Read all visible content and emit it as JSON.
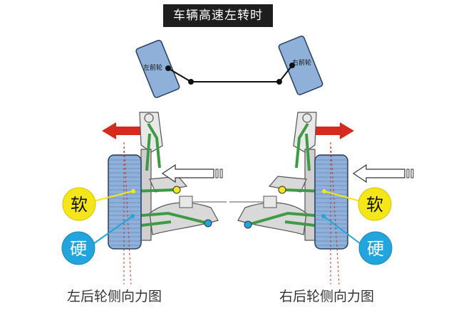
{
  "title": "车辆高速左转时",
  "front_axle": {
    "left_wheel_label": "左前轮",
    "right_wheel_label": "右前轮"
  },
  "left_panel": {
    "soft_label": "软",
    "hard_label": "硬",
    "caption": "左后轮侧向力图"
  },
  "right_panel": {
    "soft_label": "软",
    "hard_label": "硬",
    "caption": "右后轮侧向力图"
  },
  "colors": {
    "wheel_fill": "#8fb0d8",
    "wheel_stroke": "#2a3f5f",
    "link_green": "#3f9a46",
    "force_red": "#d42b1f",
    "soft_yellow": "#f5e61a",
    "hard_blue": "#22a5dc",
    "title_bg": "#1e1e1e"
  }
}
